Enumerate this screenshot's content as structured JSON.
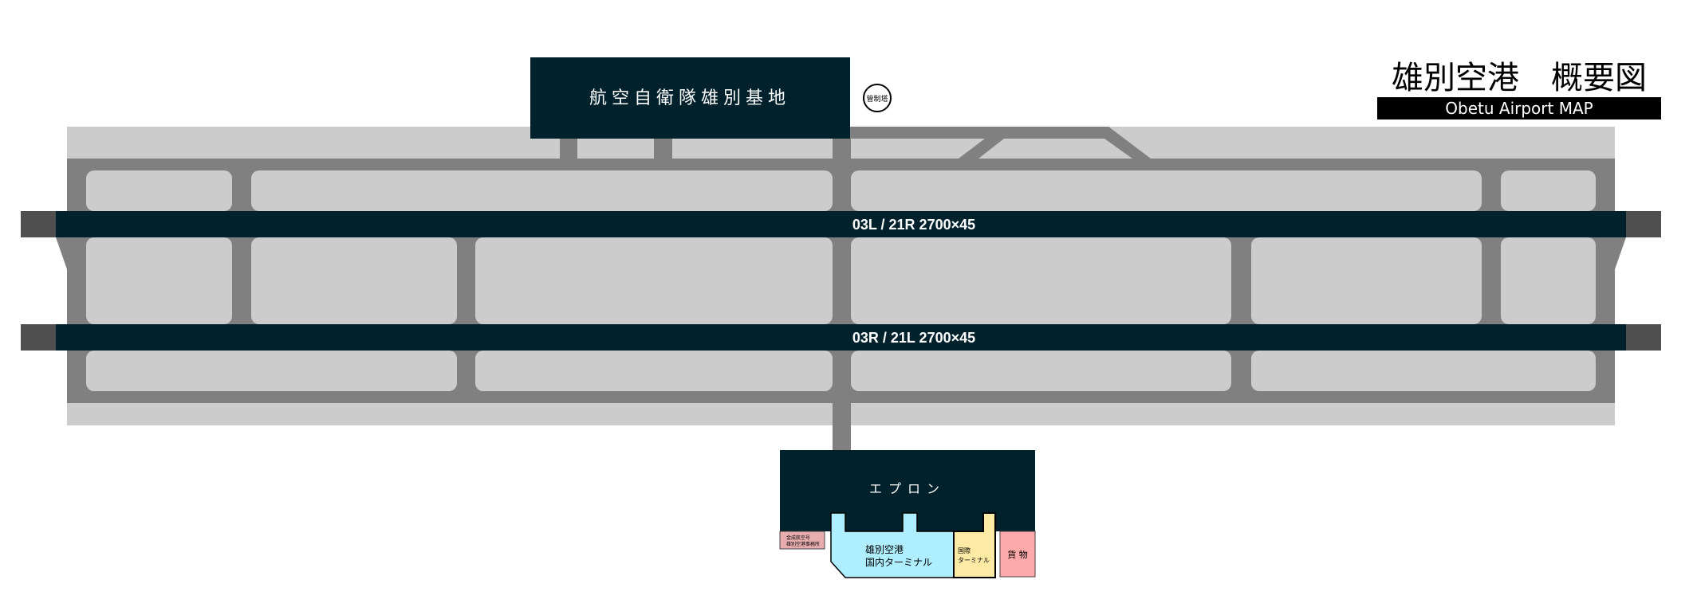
{
  "title": {
    "main": "雄別空港　概要図",
    "subtitle": "Obetu Airport MAP"
  },
  "runways": [
    {
      "label": "03L / 21R 2700×45"
    },
    {
      "label": "03R / 21L 2700×45"
    }
  ],
  "facilities": {
    "air_base": "航空自衛隊雄別基地",
    "control_tower": "管制塔",
    "apron": "エプロン",
    "domestic_terminal": [
      "雄別空港",
      "国内ターミナル"
    ],
    "international_terminal": [
      "国際",
      "ターミナル"
    ],
    "cargo": "貨 物",
    "office": [
      "金成航空号",
      "雄別空港事務所"
    ]
  },
  "colors": {
    "runway": "#01222d",
    "runway_end": "#4f4f4f",
    "taxiway": "#808080",
    "airfield": "#cccccc",
    "domestic_terminal": "#aeeefe",
    "international_terminal": "#fdeaa5",
    "cargo": "#fea9aa",
    "office": "#e8adaf"
  }
}
